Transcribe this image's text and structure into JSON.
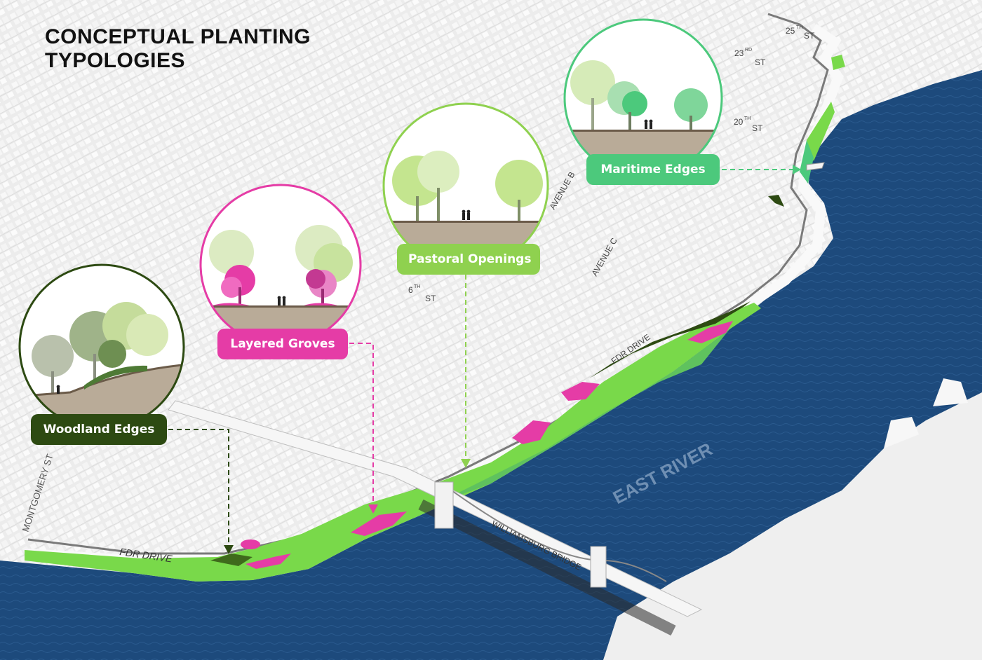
{
  "title": {
    "line1": "CONCEPTUAL PLANTING",
    "line2": "TYPOLOGIES"
  },
  "colors": {
    "woodland": "#2d4a12",
    "groves": "#e53ca6",
    "pastoral": "#8fd14f",
    "maritime": "#4cc97c",
    "water": "#1d4a7c",
    "land": "#ececec",
    "park_green": "#79d94a"
  },
  "typologies": [
    {
      "id": "woodland",
      "label": "Woodland Edges",
      "icon": "woodland-section-icon"
    },
    {
      "id": "groves",
      "label": "Layered Groves",
      "icon": "grove-section-icon"
    },
    {
      "id": "pastoral",
      "label": "Pastoral Openings",
      "icon": "pastoral-section-icon"
    },
    {
      "id": "maritime",
      "label": "Maritime Edges",
      "icon": "maritime-section-icon"
    }
  ],
  "map_labels": {
    "river": "EAST RIVER",
    "fdr1": "FDR DRIVE",
    "fdr2": "FDR DRIVE",
    "montgomery": "MONTGOMERY ST",
    "bridge": "WILLIAMSBURG BRIDGE",
    "avenue_c": "AVENUE C",
    "avenue_b": "AVENUE B",
    "street_6": "6",
    "street_20": "20",
    "street_23": "23",
    "street_25": "25",
    "street_suffix_st": "ST",
    "ordinal_th": "TH",
    "ordinal_rd": "RD"
  }
}
